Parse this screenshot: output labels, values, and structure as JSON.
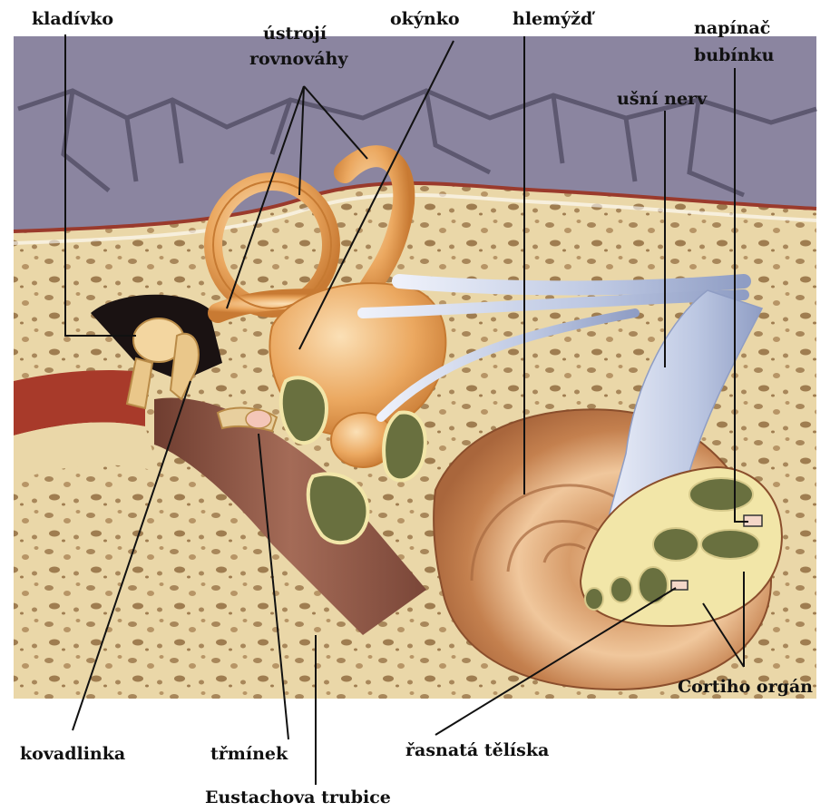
{
  "labels": {
    "kladivko": "kladívko",
    "ustroji_1": "ústrojí",
    "ustroji_2": "rovnováhy",
    "okynko": "okýnko",
    "hlemyzd": "hlemýžď",
    "napinac_1": "napínač",
    "napinac_2": "bubínku",
    "usni_nerv": "ušní nerv",
    "kovadlinka": "kovadlinka",
    "trminek": "třmínek",
    "rasnata": "řasnatá tělíska",
    "corti": "Cortiho orgán",
    "eustachova": "Eustachova trubice"
  },
  "colors": {
    "bone": "#ead7a8",
    "bone_pores": "#a8875a",
    "skull_top": "#8b85a0",
    "skull_cracks": "#5d5870",
    "labyrinth": "#e9a85a",
    "labyrinth_shadow": "#c67a32",
    "cochlea": "#c98b59",
    "nerve": "#b8c4e0",
    "tube": "#8f5a4a",
    "green_duct": "#69703f",
    "leader_line": "#111111"
  }
}
